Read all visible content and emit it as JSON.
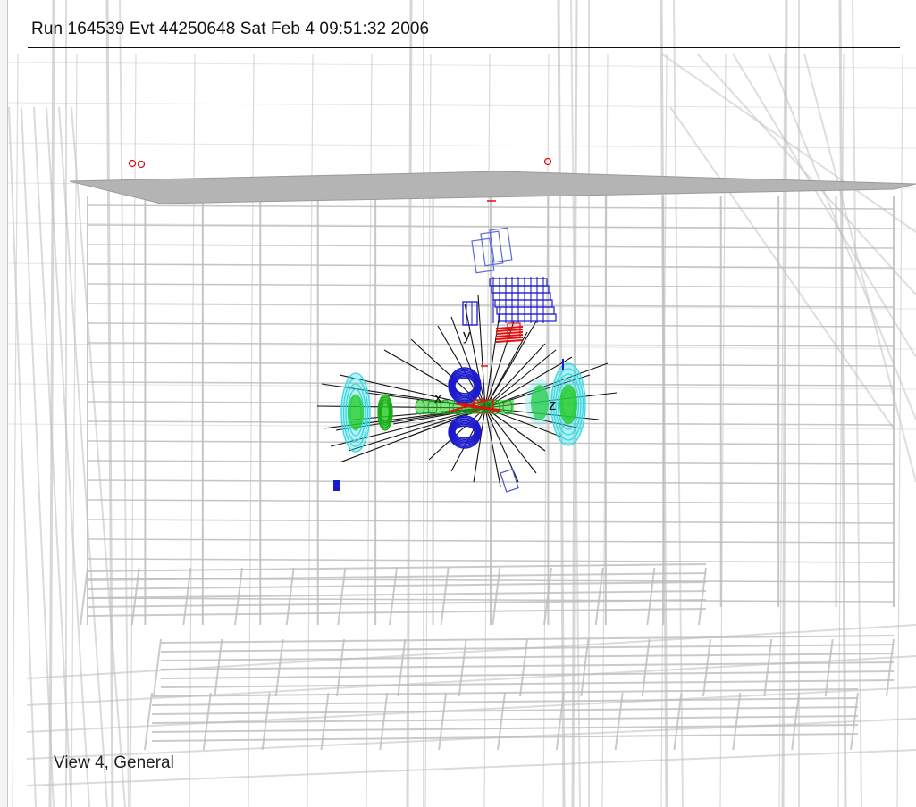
{
  "header": {
    "title": "Run 164539 Evt 44250648 Sat Feb  4 09:51:32 2006"
  },
  "footer": {
    "view_label": "View 4, General"
  },
  "axes": {
    "y_label": "y",
    "x_label": "x",
    "z_label": "z"
  },
  "colors": {
    "detector_frame": "#bdbdbd",
    "detector_plate": "#b4b4b4",
    "tracks": "#111111",
    "muon_chambers": "#1a1acc",
    "calorimeter_outer": "#35d8e0",
    "calorimeter_inner": "#22cc22",
    "hits": "#e01010"
  }
}
